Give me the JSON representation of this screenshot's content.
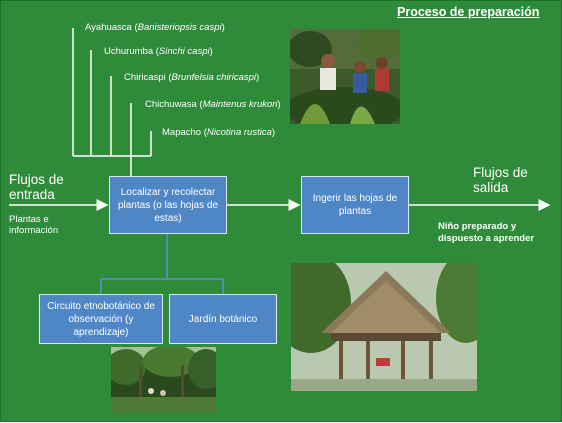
{
  "title": "Proceso de preparación",
  "plants": [
    {
      "name": "Ayahuasca",
      "sci": "Banisteriopsis caspi"
    },
    {
      "name": "Uchurumba",
      "sci": "Sinchi caspi"
    },
    {
      "name": "Chiricaspi",
      "sci": "Brunfelsia chiricaspi"
    },
    {
      "name": "Chichuwasa",
      "sci": "Maintenus krukori"
    },
    {
      "name": "Mapacho",
      "sci": "Nicotina rustica"
    }
  ],
  "inputs": {
    "heading": "Flujos de entrada",
    "detail": "Plantas e información"
  },
  "outputs": {
    "heading": "Flujos de salida",
    "detail": "Niño preparado y dispuesto a aprender"
  },
  "boxes": {
    "collect": "Localizar y recolectar plantas (o las hojas de estas)",
    "ingest": "Ingerir las hojas de plantas",
    "circuit": "Circuito etnobotánico de observación (y aprendizaje)",
    "garden": "Jardín botánico"
  },
  "colors": {
    "background": "#2e8b3a",
    "box": "#4f86c6",
    "line": "#5b8fd0"
  }
}
